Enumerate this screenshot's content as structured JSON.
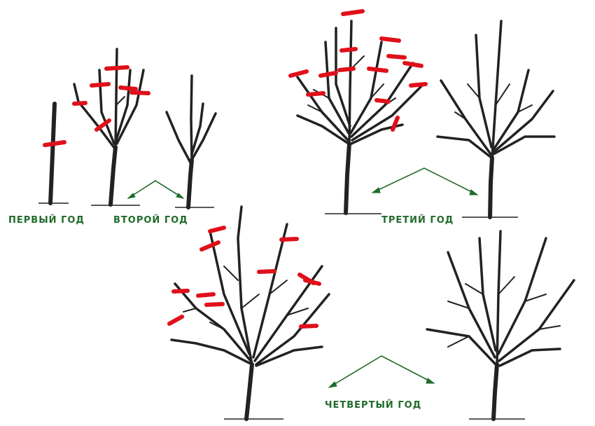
{
  "labels": {
    "year1": "ПЕРВЫЙ ГОД",
    "year2": "ВТОРОЙ ГОД",
    "year3": "ТРЕТИЙ ГОД",
    "year4": "ЧЕТВЕРТЫЙ ГОД"
  },
  "colors": {
    "label_text": "#1f6b2a",
    "arrow": "#1f6b2a",
    "cut_mark": "#e0101a",
    "line": "#222222",
    "background": "#ffffff"
  },
  "legend_meaning": {
    "red-mark-icon": "pruning cut",
    "green-arrow-icon": "points from year label to trees"
  }
}
